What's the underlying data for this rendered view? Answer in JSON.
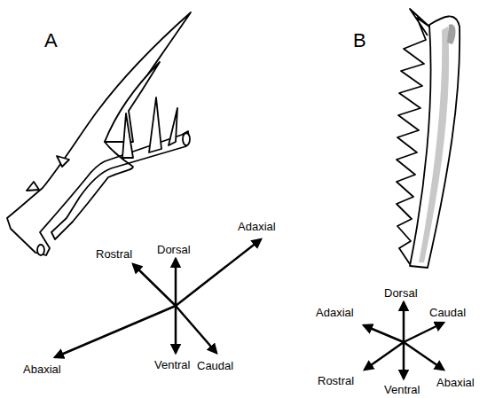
{
  "diagram": {
    "labels": [
      "A",
      "Rostral",
      "Dorsal",
      "Adaxial",
      "Abaxial",
      "Ventral",
      "Caudal",
      "B",
      "Dorsal",
      "Adaxial",
      "Caudal",
      "Rostral",
      "Ventral",
      "Abaxial"
    ]
  }
}
